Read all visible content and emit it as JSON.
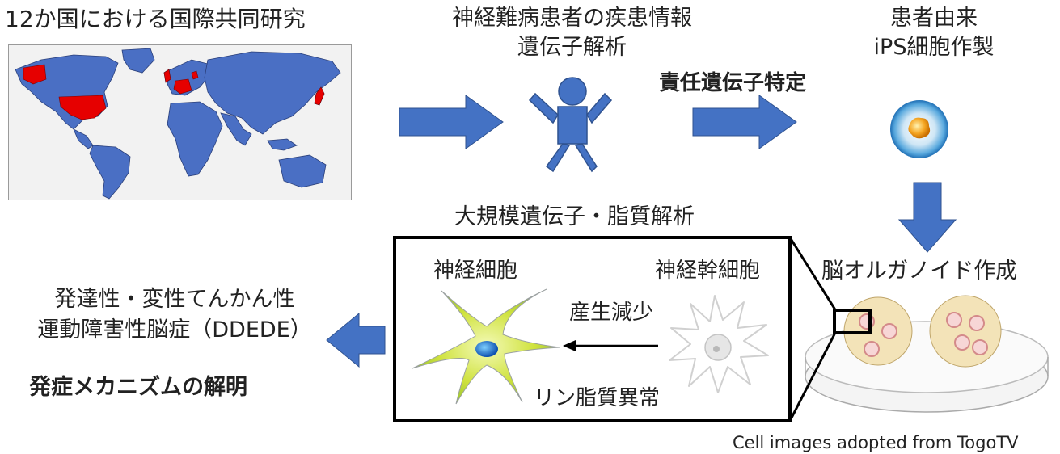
{
  "labels": {
    "international": "12か国における国際共同研究",
    "patient_info_line1": "神経難病患者の疾患情報",
    "patient_info_line2": "遺伝子解析",
    "responsible_gene": "責任遺伝子特定",
    "patient_derived": "患者由来",
    "ips_cells": "iPS細胞作製",
    "large_scale": "大規模遺伝子・脂質解析",
    "neuron": "神経細胞",
    "neural_stem": "神経幹細胞",
    "reduced_production": "産生減少",
    "phospholipid": "リン脂質異常",
    "organoid": "脳オルガノイド作成",
    "disease_line1": "発達性・変性てんかん性",
    "disease_line2": "運動障害性脳症（DDEDE）",
    "mechanism": "発症メカニズムの解明",
    "credit": "Cell images adopted from TogoTV"
  },
  "colors": {
    "arrow_blue": "#4472c4",
    "continent_blue": "#4a6fc4",
    "highlight_red": "#e60000",
    "map_bg": "#f2f2f2",
    "neuron_green": "#c9e23a",
    "organoid_fill": "#f3e3b8"
  },
  "icons": [
    "world-map-icon",
    "person-icon",
    "ips-cell-icon",
    "neuron-icon",
    "neural-stem-cell-icon",
    "organoid-dish-icon",
    "right-arrow-icon",
    "down-arrow-icon",
    "left-arrow-icon"
  ]
}
